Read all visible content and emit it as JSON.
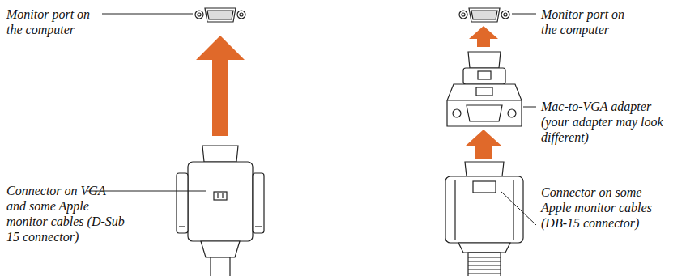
{
  "diagram": {
    "labels": [
      "Monitor port on the computer",
      "Connector on VGA and some Apple monitor cables (D-Sub 15 connector)",
      "Monitor port on the computer",
      "Mac-to-VGA adapter (your adapter may look different)",
      "Connector on some Apple monitor cables (DB-15 connector)"
    ]
  }
}
